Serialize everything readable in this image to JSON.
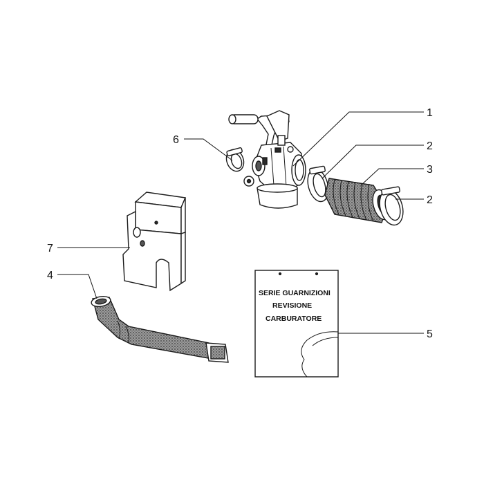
{
  "callouts": [
    {
      "id": "1",
      "label": "1"
    },
    {
      "id": "2a",
      "label": "2"
    },
    {
      "id": "3",
      "label": "3"
    },
    {
      "id": "2b",
      "label": "2"
    },
    {
      "id": "6",
      "label": "6"
    },
    {
      "id": "7",
      "label": "7"
    },
    {
      "id": "4",
      "label": "4"
    },
    {
      "id": "5",
      "label": "5"
    }
  ],
  "gasket_kit": {
    "line1": "SERIE GUARNIZIONI",
    "line2": "REVISIONE",
    "line3": "CARBURATORE"
  },
  "colors": {
    "ink": "#111111",
    "part_fill": "#ffffff",
    "shade": "#555555",
    "dark": "#2a2a2a"
  }
}
